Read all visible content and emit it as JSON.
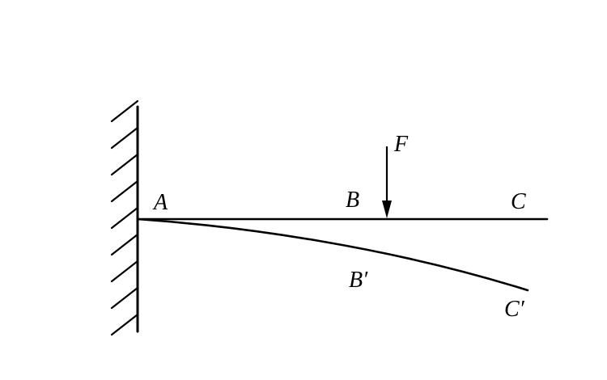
{
  "labels": {
    "point_a": "A",
    "point_b": "B",
    "point_c": "C",
    "force": "F",
    "deflected_b": "B′",
    "deflected_c": "C′"
  },
  "colors": {
    "ink": "#000000",
    "background": "#ffffff"
  }
}
